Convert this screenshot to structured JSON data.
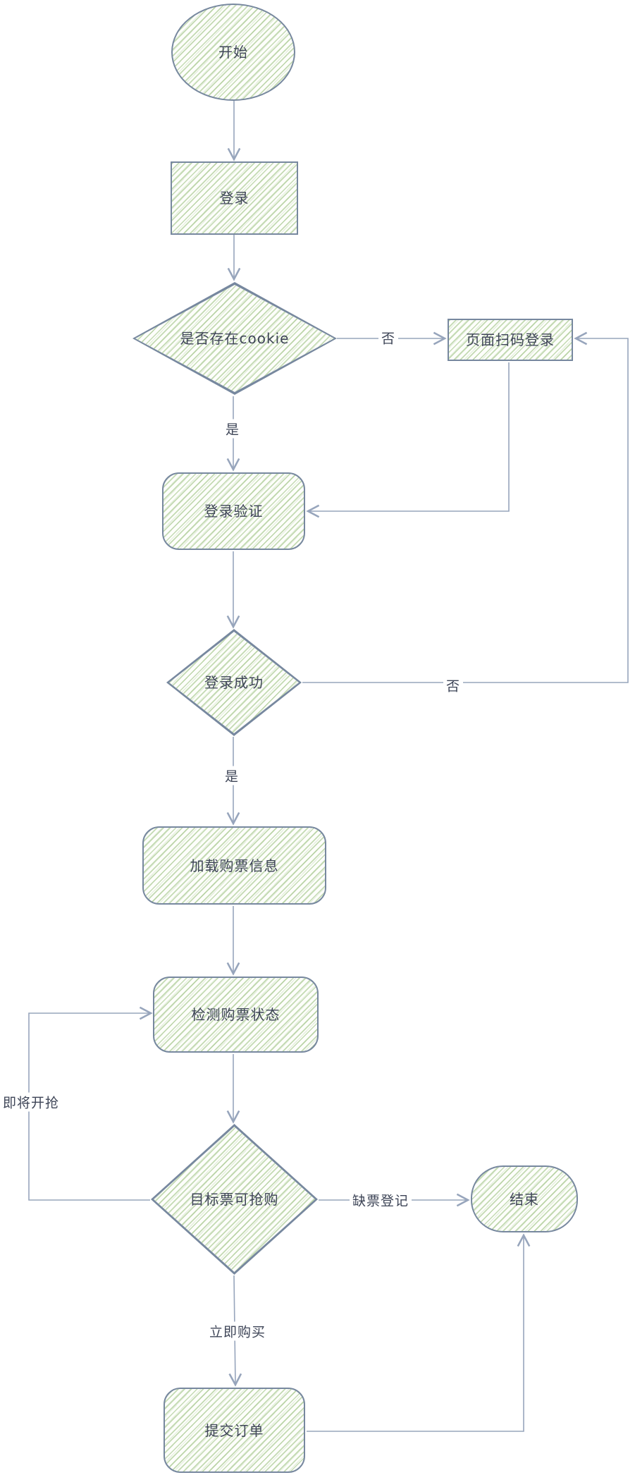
{
  "diagram": {
    "nodes": {
      "start": {
        "label": "开始",
        "shape": "ellipse"
      },
      "login": {
        "label": "登录",
        "shape": "rect"
      },
      "cookie_check": {
        "label": "是否存在cookie",
        "shape": "diamond"
      },
      "scan_login": {
        "label": "页面扫码登录",
        "shape": "rect"
      },
      "login_verify": {
        "label": "登录验证",
        "shape": "rounded-rect"
      },
      "login_success": {
        "label": "登录成功",
        "shape": "diamond"
      },
      "load_ticket_info": {
        "label": "加载购票信息",
        "shape": "rounded-rect"
      },
      "check_ticket_status": {
        "label": "检测购票状态",
        "shape": "rounded-rect"
      },
      "target_available": {
        "label": "目标票可抢购",
        "shape": "diamond"
      },
      "end": {
        "label": "结束",
        "shape": "stadium"
      },
      "submit_order": {
        "label": "提交订单",
        "shape": "rounded-rect"
      }
    },
    "edges": {
      "cookie_no": {
        "label": "否"
      },
      "cookie_yes": {
        "label": "是"
      },
      "login_fail": {
        "label": "否"
      },
      "login_yes": {
        "label": "是"
      },
      "about_to_start": {
        "label": "即将开抢"
      },
      "ticket_missing": {
        "label": "缺票登记"
      },
      "buy_now": {
        "label": "立即购买"
      }
    },
    "colors": {
      "shape_border": "#77889f",
      "hatch_green": "#8cb76c",
      "connector": "#97a5bc",
      "text": "#3e4557"
    }
  }
}
